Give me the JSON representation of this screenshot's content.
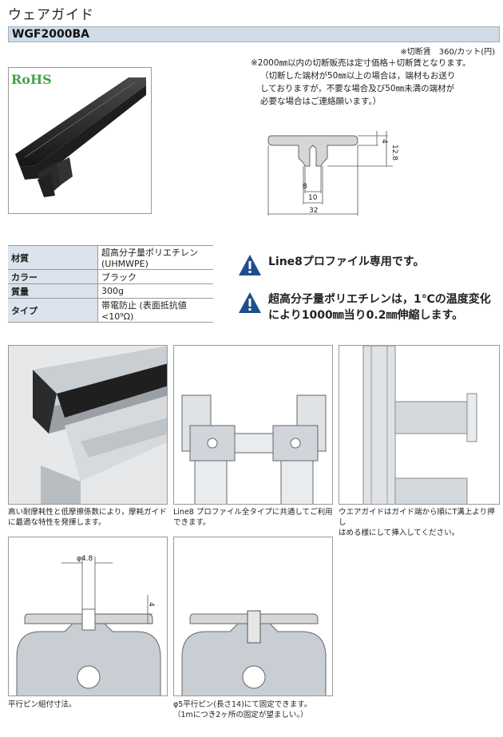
{
  "header": {
    "title": "ウェアガイド",
    "model": "WGF2000BA"
  },
  "pricing": {
    "cutting_fee": "※切断賃　360/カット(円)",
    "note_lines": [
      "※2000㎜以内の切断販売は定寸価格＋切断賃となります。",
      "（切断した端材が50㎜以上の場合は，端材もお送り",
      "しておりますが，不要な場合及び50㎜未満の端材が",
      "必要な場合はご連絡願います。）"
    ]
  },
  "badge": {
    "rohs": "RoHS"
  },
  "drawing": {
    "dim_4": "4",
    "dim_12_8": "12.8",
    "dim_8": "8",
    "dim_10": "10",
    "dim_32": "32"
  },
  "specs": [
    {
      "key": "材質",
      "value": "超高分子量ポリエチレン(UHMWPE)"
    },
    {
      "key": "カラー",
      "value": "ブラック"
    },
    {
      "key": "質量",
      "value": "300g"
    },
    {
      "key": "タイプ",
      "value": "帯電防止 (表面抵抗値<10⁹Ω)"
    }
  ],
  "warnings": [
    {
      "lines": [
        "Line8プロファイル専用です。"
      ]
    },
    {
      "lines": [
        "超高分子量ポリエチレンは，1℃の温度変化",
        "により1000㎜当り0.2㎜伸縮します。"
      ]
    }
  ],
  "captions": {
    "c1": [
      "高い耐摩耗性と低摩擦係数により，摩耗ガイド",
      "に最適な特性を発揮します。"
    ],
    "c2": [
      "Line8 プロファイル全タイプに共通してご利用",
      "できます。"
    ],
    "c3": [
      "ウエアガイドはガイド端から順にT溝上より押し",
      "はめる様にして挿入してください。"
    ],
    "c4": [
      "平行ピン組付寸法。"
    ],
    "c5": [
      "φ5平行ピン(長さ14)にて固定できます。",
      "（1mにつき2ヶ所の固定が望ましい。）"
    ]
  },
  "pin_drawing": {
    "dia_label": "φ4.8",
    "depth_label": "4"
  },
  "colors": {
    "model_bar": "#cfdbe6",
    "table_key_bg": "#dbe4ed",
    "warning_blue": "#1f4e8c",
    "rohs_green": "#41a34a"
  }
}
